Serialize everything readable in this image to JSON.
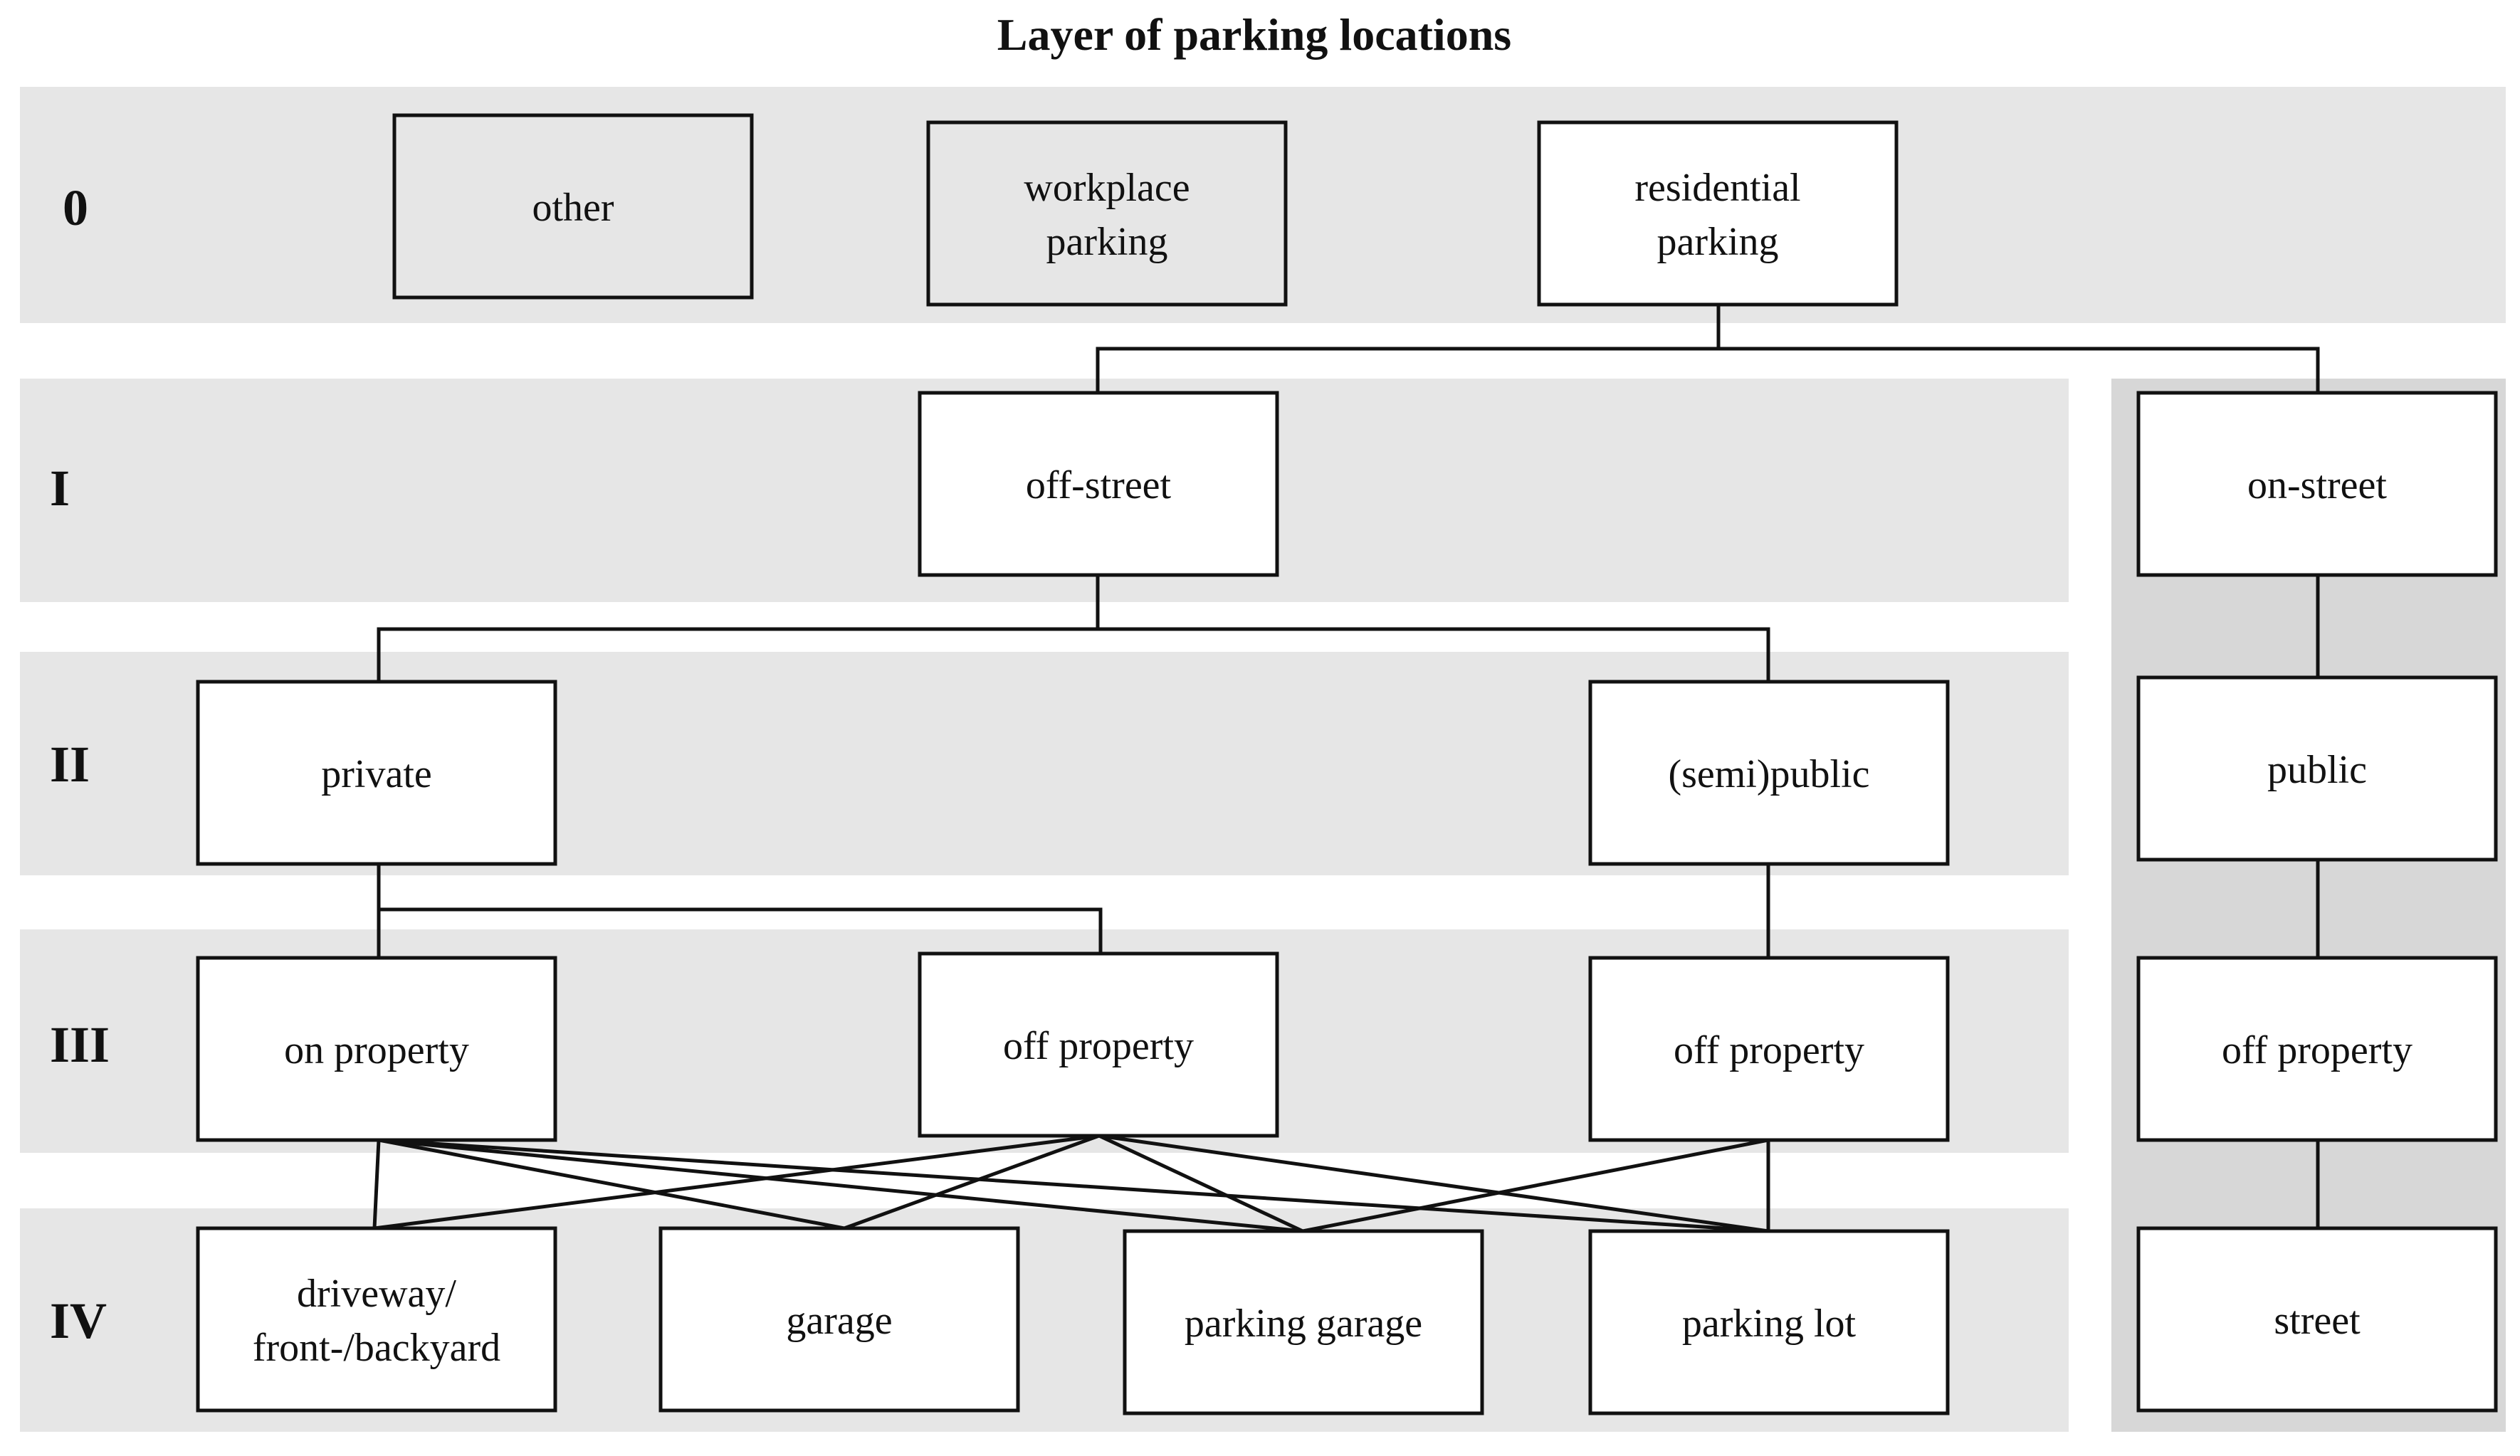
{
  "title": "Layer of parking  locations",
  "layers": [
    {
      "label": "0"
    },
    {
      "label": "I"
    },
    {
      "label": "II"
    },
    {
      "label": "III"
    },
    {
      "label": "IV"
    }
  ],
  "nodes": {
    "other": {
      "lines": [
        "other"
      ],
      "fill": "#e6e6e6"
    },
    "workplace": {
      "lines": [
        "workplace",
        "parking"
      ],
      "fill": "#e6e6e6"
    },
    "residential": {
      "lines": [
        "residential",
        "parking"
      ],
      "fill": "#ffffff"
    },
    "off_street": {
      "lines": [
        "off-street"
      ],
      "fill": "#ffffff"
    },
    "on_street": {
      "lines": [
        "on-street"
      ],
      "fill": "#ffffff"
    },
    "private": {
      "lines": [
        "private"
      ],
      "fill": "#ffffff"
    },
    "semipublic": {
      "lines": [
        "(semi)public"
      ],
      "fill": "#ffffff"
    },
    "public": {
      "lines": [
        "public"
      ],
      "fill": "#ffffff"
    },
    "on_property": {
      "lines": [
        "on property"
      ],
      "fill": "#ffffff"
    },
    "off_property_1": {
      "lines": [
        "off property"
      ],
      "fill": "#ffffff"
    },
    "off_property_2": {
      "lines": [
        "off property"
      ],
      "fill": "#ffffff"
    },
    "off_property_3": {
      "lines": [
        "off property"
      ],
      "fill": "#ffffff"
    },
    "driveway": {
      "lines": [
        "driveway/",
        "front-/backyard"
      ],
      "fill": "#ffffff"
    },
    "garage": {
      "lines": [
        "garage"
      ],
      "fill": "#ffffff"
    },
    "parking_garage": {
      "lines": [
        "parking garage"
      ],
      "fill": "#ffffff"
    },
    "parking_lot": {
      "lines": [
        "parking lot"
      ],
      "fill": "#ffffff"
    },
    "street": {
      "lines": [
        "street"
      ],
      "fill": "#ffffff"
    }
  },
  "edges": [
    [
      "residential",
      "off_street"
    ],
    [
      "residential",
      "on_street"
    ],
    [
      "off_street",
      "private"
    ],
    [
      "off_street",
      "semipublic"
    ],
    [
      "private",
      "on_property"
    ],
    [
      "private",
      "off_property_1"
    ],
    [
      "semipublic",
      "off_property_2"
    ],
    [
      "on_street",
      "public"
    ],
    [
      "public",
      "off_property_3"
    ],
    [
      "off_property_3",
      "street"
    ],
    [
      "on_property",
      "driveway"
    ],
    [
      "on_property",
      "garage"
    ],
    [
      "on_property",
      "parking_garage"
    ],
    [
      "on_property",
      "parking_lot"
    ],
    [
      "off_property_1",
      "driveway"
    ],
    [
      "off_property_1",
      "garage"
    ],
    [
      "off_property_1",
      "parking_garage"
    ],
    [
      "off_property_1",
      "parking_lot"
    ],
    [
      "off_property_2",
      "parking_garage"
    ],
    [
      "off_property_2",
      "parking_lot"
    ]
  ],
  "colors": {
    "band": "#e6e6e6",
    "band_dark": "#d7d7d7",
    "stroke": "#111111"
  }
}
